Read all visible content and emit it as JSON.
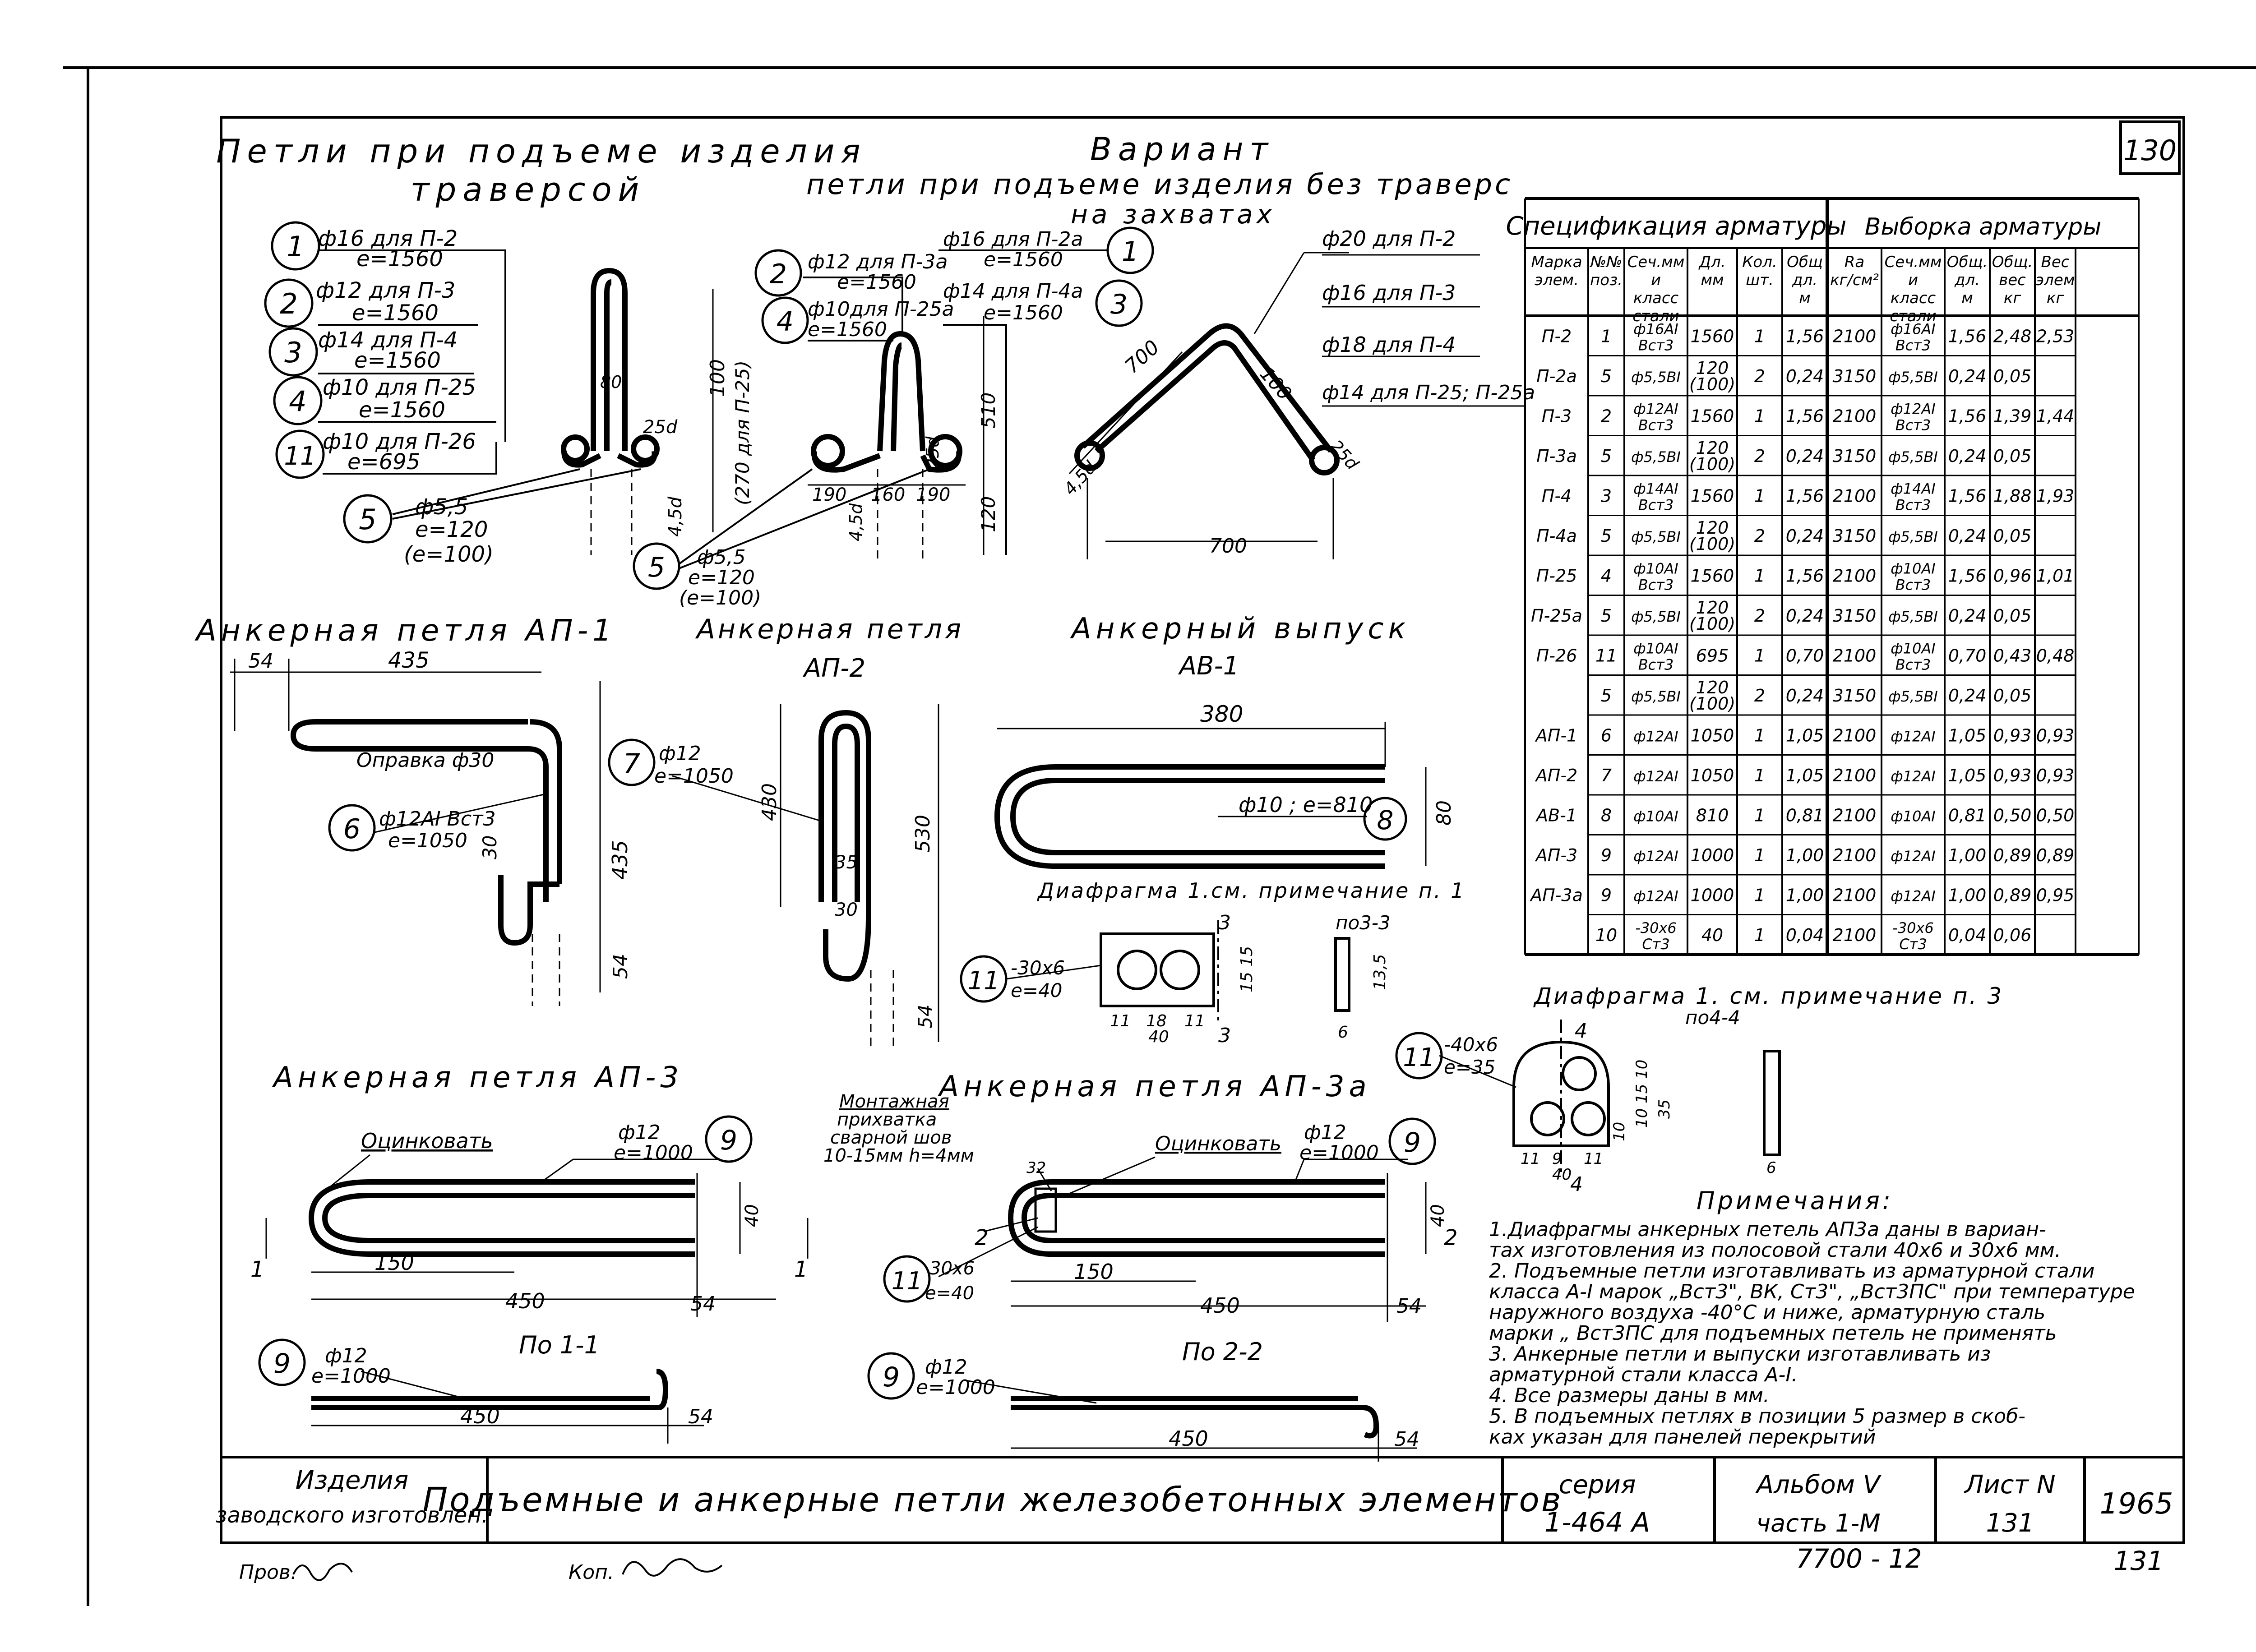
{
  "sheet": {
    "page_no": "130",
    "stamp_bottom": "7700 - 12",
    "stamp_page": "131",
    "prov": "Пров.",
    "kop": "Коп."
  },
  "titles": {
    "loops_traverse_1": "Петли при подъеме изделия",
    "loops_traverse_2": "траверсой",
    "variant_1": "Вариант",
    "variant_2": "петли при подъеме изделия без траверс",
    "variant_3": "на захватах",
    "ap1": "Анкерная петля АП-1",
    "ap2_1": "Анкерная петля",
    "ap2_2": "АП-2",
    "av1_1": "Анкерный выпуск",
    "av1_2": "АВ-1",
    "ap3": "Анкерная петля АП-3",
    "ap3a": "Анкерная петля АП-3а",
    "sec11": "По 1-1",
    "sec22": "По 2-2",
    "sec33": "по3-3",
    "sec44": "по4-4",
    "diaphragm_note1": "Диафрагма 1.см. примечание п. 1",
    "diaphragm_note3": "Диафрагма 1. см. примечание п. 3"
  },
  "callouts": {
    "c1_a": "ф16 для П-2",
    "c1_b": "е=1560",
    "c2_a": "ф12 для П-3",
    "c2_b": "е=1560",
    "c3_a": "ф14 для П-4",
    "c3_b": "е=1560",
    "c4_a": "ф10 для П-25",
    "c4_b": "е=1560",
    "c11_a": "ф10 для П-26",
    "c11_b": "е=695",
    "c5_a": "ф5,5",
    "c5_b": "е=120",
    "c5_c": "(е=100)",
    "v2_a": "ф12 для П-3а",
    "v2_b": "е=1560",
    "v4_a": "ф10для П-25а",
    "v4_b": "е=1560",
    "v1_a": "ф16 для П-2а",
    "v1_b": "е=1560",
    "v3_a": "ф14 для П-4а",
    "v3_b": "е=1560",
    "v5_a": "ф5,5",
    "v5_b": "е=120",
    "v5_c": "(е=100)",
    "w_a": "ф20 для П-2",
    "w_b": "ф16 для П-3",
    "w_c": "ф18 для П-4",
    "w_d": "ф14 для П-25; П-25а",
    "ap1_7a": "ф12",
    "ap1_7b": "е=1050",
    "ap1_6a": "ф12АI Вст3",
    "ap1_6b": "е=1050",
    "opravka": "Оправка ф30",
    "av1_8": "ф10 ; е=810",
    "d11a": "-30х6",
    "d11b": "е=40",
    "d11c": "-40х6",
    "d11d": "е=35",
    "ocink": "Оцинковать",
    "ap3_9a": "ф12",
    "ap3_9b": "е=1000",
    "mont_1": "Монтажная",
    "mont_2": "прихватка",
    "mont_3": "сварной шов",
    "mont_4": "10-15мм h=4мм",
    "d11e": "30х6",
    "d11f": "е=40"
  },
  "dims": {
    "d100": "100",
    "d270": "(270 для П-25)",
    "d80": "80",
    "d25d": "25d",
    "d45d": "4,5d",
    "d510": "510",
    "d120": "120",
    "d190": "190",
    "d160": "160",
    "d700": "700",
    "d54": "54",
    "d435": "435",
    "d30": "30",
    "d430": "430",
    "d530": "530",
    "d35": "35",
    "d380": "380",
    "d150": "150",
    "d450": "450",
    "d40": "40",
    "d1515": "15 15",
    "d135": "13,5",
    "d11": "11",
    "d18": "18",
    "d6": "6",
    "d9": "9",
    "d10": "10"
  },
  "spec_table": {
    "title_left": "Спецификация арматуры",
    "title_right": "Выборка арматуры",
    "headers": [
      "Марка элем.",
      "№№ поз.",
      "Сеч.мм и класс стали",
      "Дл. мм",
      "Кол. шт.",
      "Общ дл. м",
      "Ra кг/см²",
      "Сеч.мм и класс стали",
      "Общ. дл. м",
      "Общ. вес кг",
      "Вес элем кг"
    ],
    "rows": [
      [
        "П-2",
        "1",
        "ф16АI Вст3",
        "1560",
        "1",
        "1,56",
        "2100",
        "ф16АI Вст3",
        "1,56",
        "2,48",
        "2,53"
      ],
      [
        "П-2а",
        "5",
        "ф5,5ВI",
        "120 (100)",
        "2",
        "0,24",
        "3150",
        "ф5,5ВI",
        "0,24",
        "0,05",
        ""
      ],
      [
        "П-3",
        "2",
        "ф12АI Вст3",
        "1560",
        "1",
        "1,56",
        "2100",
        "ф12АI Вст3",
        "1,56",
        "1,39",
        "1,44"
      ],
      [
        "П-3а",
        "5",
        "ф5,5ВI",
        "120 (100)",
        "2",
        "0,24",
        "3150",
        "ф5,5ВI",
        "0,24",
        "0,05",
        ""
      ],
      [
        "П-4",
        "3",
        "ф14АI Вст3",
        "1560",
        "1",
        "1,56",
        "2100",
        "ф14АI Вст3",
        "1,56",
        "1,88",
        "1,93"
      ],
      [
        "П-4а",
        "5",
        "ф5,5ВI",
        "120 (100)",
        "2",
        "0,24",
        "3150",
        "ф5,5ВI",
        "0,24",
        "0,05",
        ""
      ],
      [
        "П-25",
        "4",
        "ф10АI Вст3",
        "1560",
        "1",
        "1,56",
        "2100",
        "ф10АI Вст3",
        "1,56",
        "0,96",
        "1,01"
      ],
      [
        "П-25а",
        "5",
        "ф5,5ВI",
        "120 (100)",
        "2",
        "0,24",
        "3150",
        "ф5,5ВI",
        "0,24",
        "0,05",
        ""
      ],
      [
        "П-26",
        "11",
        "ф10АI Вст3",
        "695",
        "1",
        "0,70",
        "2100",
        "ф10АI Вст3",
        "0,70",
        "0,43",
        "0,48"
      ],
      [
        "",
        "5",
        "ф5,5ВI",
        "120 (100)",
        "2",
        "0,24",
        "3150",
        "ф5,5ВI",
        "0,24",
        "0,05",
        ""
      ],
      [
        "АП-1",
        "6",
        "ф12АI",
        "1050",
        "1",
        "1,05",
        "2100",
        "ф12АI",
        "1,05",
        "0,93",
        "0,93"
      ],
      [
        "АП-2",
        "7",
        "ф12АI",
        "1050",
        "1",
        "1,05",
        "2100",
        "ф12АI",
        "1,05",
        "0,93",
        "0,93"
      ],
      [
        "АВ-1",
        "8",
        "ф10АI",
        "810",
        "1",
        "0,81",
        "2100",
        "ф10АI",
        "0,81",
        "0,50",
        "0,50"
      ],
      [
        "АП-3",
        "9",
        "ф12АI",
        "1000",
        "1",
        "1,00",
        "2100",
        "ф12АI",
        "1,00",
        "0,89",
        "0,89"
      ],
      [
        "АП-3а",
        "9",
        "ф12АI",
        "1000",
        "1",
        "1,00",
        "2100",
        "ф12АI",
        "1,00",
        "0,89",
        "0,95"
      ],
      [
        "",
        "10",
        "-30х6 Ст3",
        "40",
        "1",
        "0,04",
        "2100",
        "-30х6 Ст3",
        "0,04",
        "0,06",
        ""
      ]
    ]
  },
  "notes": {
    "heading": "Примечания:",
    "lines": [
      "1.Диафрагмы анкерных петель АП3а даны в вариан-",
      "тах изготовления из полосовой стали 40х6 и 30х6 мм.",
      "2. Подъемные петли изготавливать из арматурной стали",
      "класса А-I марок „Вст3\", ВК, Ст3\", „Вст3ПС\" при температуре",
      "наружного воздуха -40°С и ниже, арматурную сталь",
      "марки „ Вст3ПС для подъемных петель не применять",
      "3. Анкерные петли и выпуски изготавливать из",
      "арматурной стали класса А-I.",
      "4. Все размеры даны в мм.",
      "5. В подъемных петлях в позиции 5 размер в скоб-",
      "ках указан для панелей перекрытий"
    ]
  },
  "title_block": {
    "left_1": "Изделия",
    "left_2": "заводского изготовлен.",
    "main": "Подъемные и анкерные петли железобетонных элементов",
    "series_label": "серия",
    "series": "1-464 А",
    "album": "Альбом V",
    "part": "часть 1-М",
    "sheet_label": "Лист N",
    "sheet_no": "131",
    "year": "1965"
  }
}
